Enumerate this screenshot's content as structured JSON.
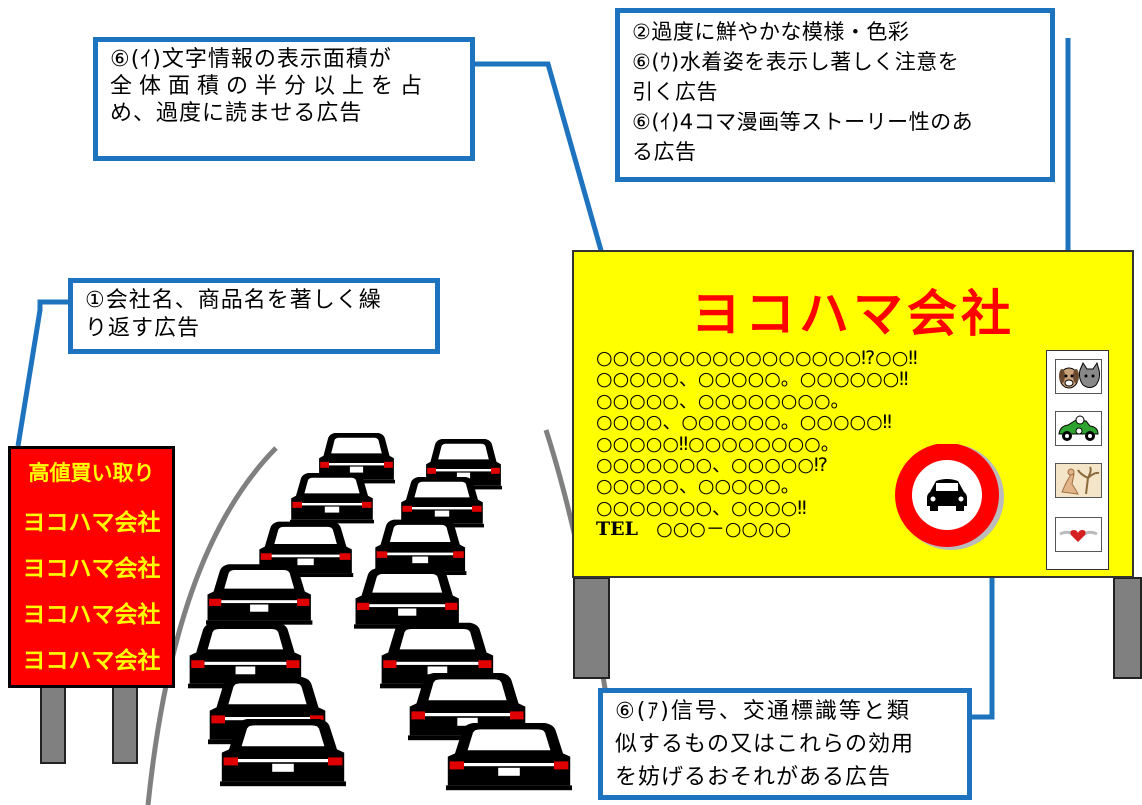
{
  "callouts": {
    "large_area_text": {
      "lines": [
        "⑥(ｲ)文字情報の表示面積が",
        "全体面積の半分以上を占",
        "め、過度に読ませる広告"
      ]
    },
    "colors_story": {
      "lines": [
        "②過度に鮮やかな模様・色彩",
        "⑥(ｳ)水着姿を表示し著しく注意を",
        "引く広告",
        "⑥(ｲ)4コマ漫画等ストーリー性のあ",
        "る広告"
      ]
    },
    "repeat_name": {
      "lines": [
        "①会社名、商品名を著しく繰",
        "り返す広告"
      ]
    },
    "traffic_sign": {
      "lines": [
        "⑥(ｱ)信号、交通標識等と類",
        "似するもの又はこれらの効用",
        "を妨げるおそれがある広告"
      ]
    }
  },
  "billboard": {
    "title": "ヨコハマ会社",
    "lines": [
      "○○○○○○○○○○○○○○○○⁉○○‼",
      "○○○○○、○○○○○。○○○○○○‼",
      "○○○○○、○○○○○○○○。",
      "○○○○、○○○○○○。○○○○○‼",
      "○○○○○‼○○○○○○○○。",
      "○○○○○○○、○○○○○⁉",
      "○○○○○、○○○○○。",
      "○○○○○○○、○○○○‼"
    ],
    "tel_label": "TEL",
    "tel_number": "○○○－○○○○",
    "icons": [
      "dog-cat-icon",
      "race-car-icon",
      "swimsuit-figure-icon",
      "heart-wings-icon"
    ]
  },
  "small_sign": {
    "lines": [
      "高値買い取り",
      "ヨコハマ会社",
      "ヨコハマ会社",
      "ヨコハマ会社",
      "ヨコハマ会社"
    ]
  },
  "colors": {
    "callout_border": "#1e73be",
    "billboard_bg": "#ffff00",
    "title_red": "#ff0000",
    "sign_red": "#ff0000",
    "sign_text": "#ffff00"
  }
}
